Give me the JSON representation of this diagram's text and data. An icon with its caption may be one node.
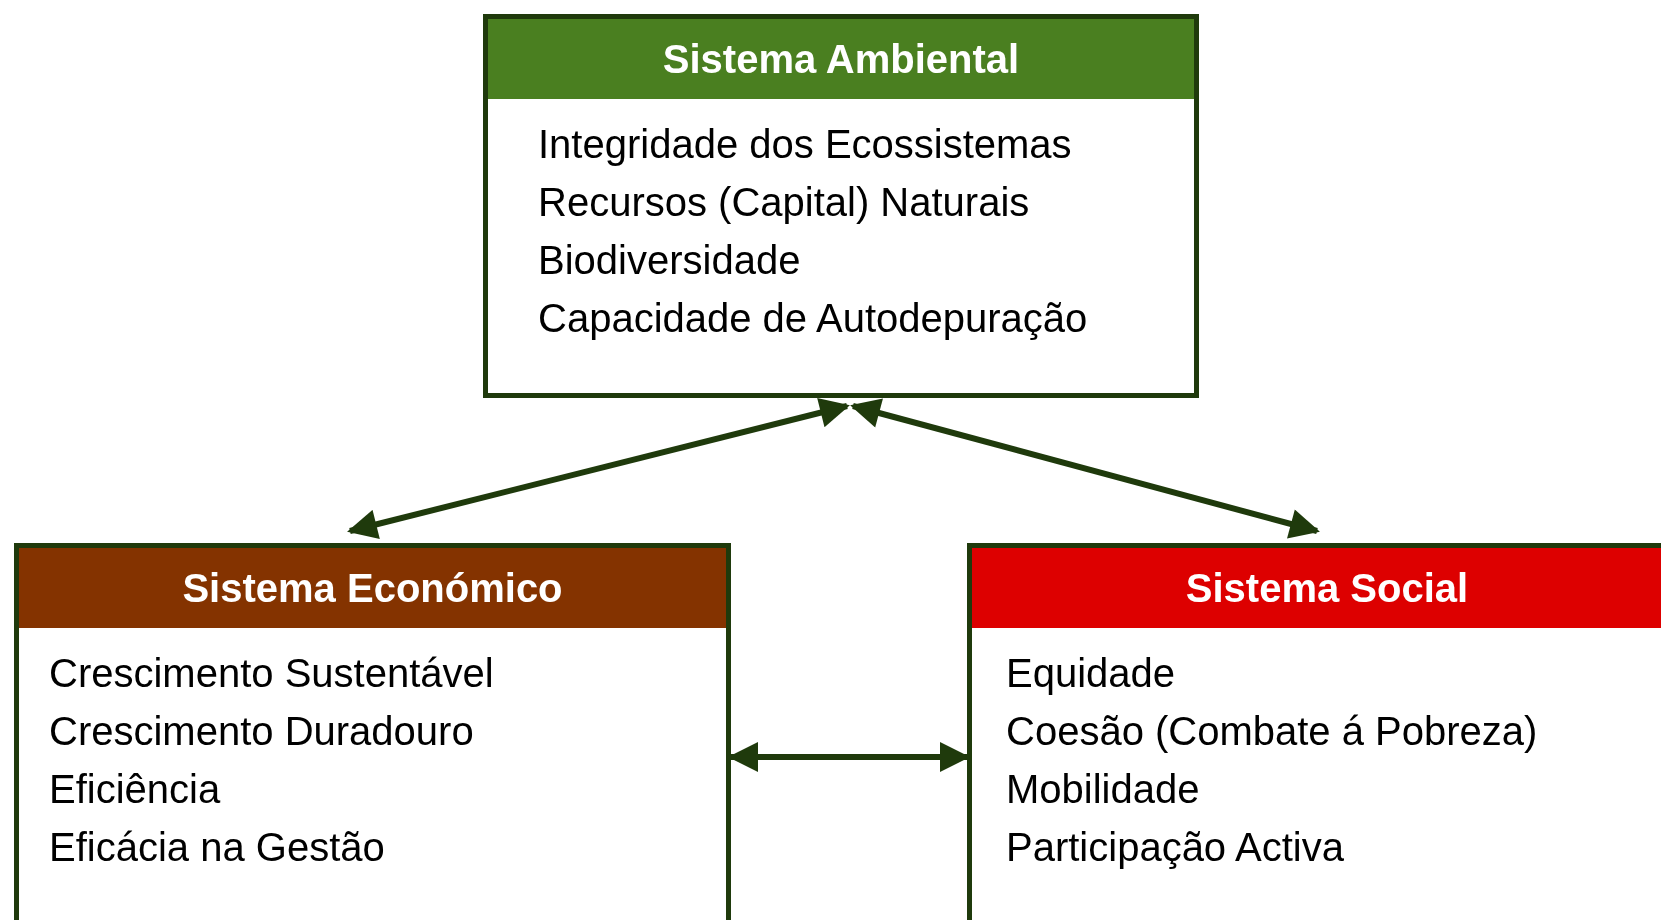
{
  "diagram": {
    "nodes": [
      {
        "text": [
          "Sistema Ambiental",
          "Integridade dos Ecossistemas",
          "Recursos (Capital) Naturais",
          "Biodiversidade",
          "Capacidade de Autodepuração"
        ]
      },
      {
        "text": [
          "Sistema Económico",
          "Crescimento Sustentável",
          "Crescimento Duradouro",
          "Eficiência",
          "Eficácia na Gestão"
        ]
      },
      {
        "text": [
          "Sistema Social",
          "Equidade",
          "Coesão (Combate á Pobreza)",
          "Mobilidade",
          "Participação Activa"
        ]
      }
    ],
    "edges": [
      {
        "from": 0,
        "to": 1,
        "arrow": "both"
      },
      {
        "from": 0,
        "to": 2,
        "arrow": "both"
      },
      {
        "from": 1,
        "to": 2,
        "arrow": "both"
      }
    ]
  }
}
